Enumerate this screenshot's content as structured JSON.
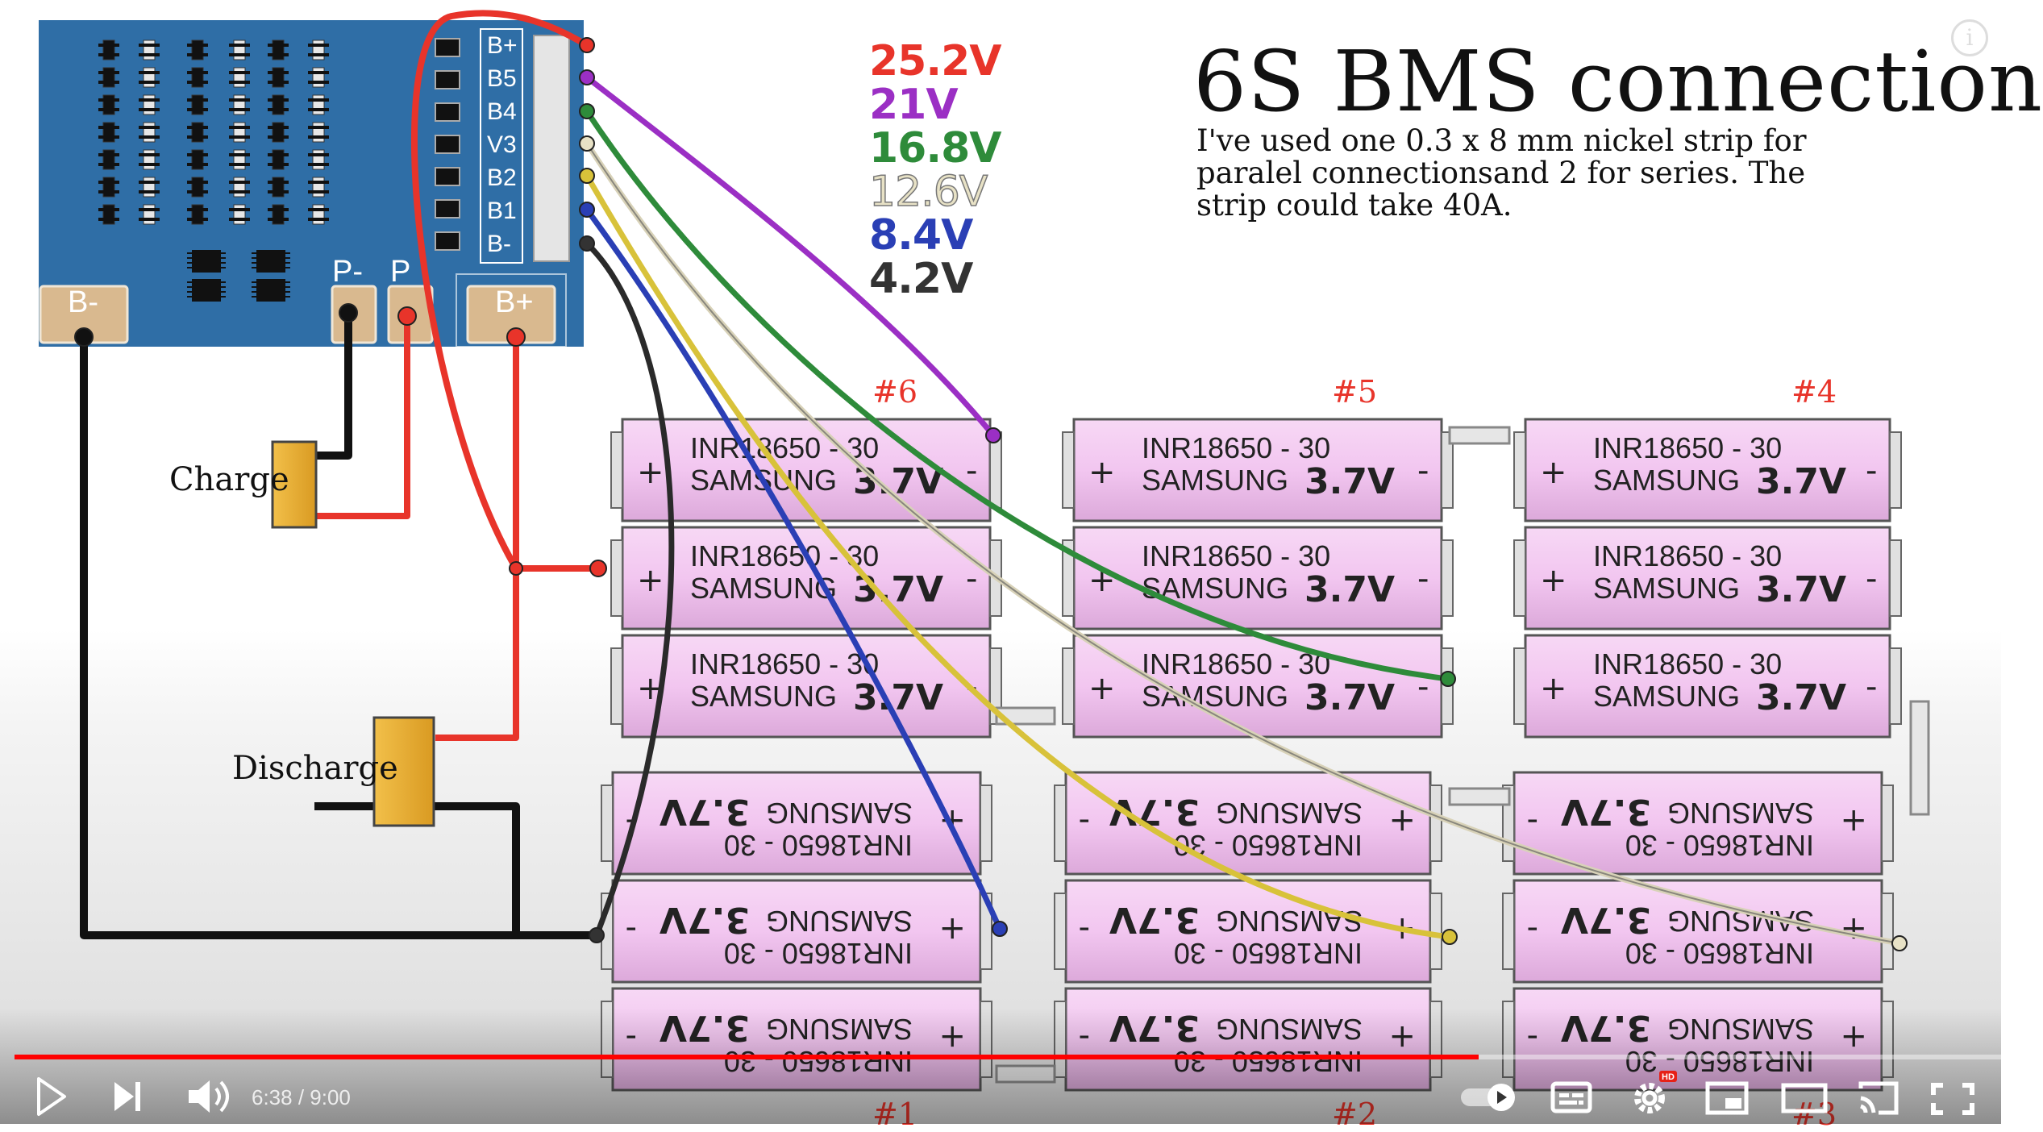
{
  "slide": {
    "title": "6S BMS connection",
    "description": "I've used one 0.3 x 8 mm nickel strip for paralel connectionsand 2 for series. The strip could take 40A.",
    "voltages": [
      {
        "label": "25.2V",
        "color": "#e8342a"
      },
      {
        "label": "21V",
        "color": "#9b2fc4"
      },
      {
        "label": "16.8V",
        "color": "#2e8b3a"
      },
      {
        "label": "12.6V",
        "color": "#e8e2c6"
      },
      {
        "label": "8.4V",
        "color": "#2a3fb5"
      },
      {
        "label": "4.2V",
        "color": "#333333"
      }
    ],
    "bms": {
      "pins": [
        "B+",
        "B5",
        "B4",
        "V3",
        "B2",
        "B1",
        "B-"
      ],
      "pads": {
        "b_minus": "B-",
        "p_minus": "P-",
        "p_plus": "P",
        "b_plus": "B+"
      },
      "board_color": "#2f6ea6"
    },
    "connectors": {
      "charge": "Charge",
      "discharge": "Discharge"
    },
    "groups": [
      {
        "label": "#6"
      },
      {
        "label": "#5"
      },
      {
        "label": "#4"
      },
      {
        "label": "#1"
      },
      {
        "label": "#2"
      },
      {
        "label": "#3"
      }
    ],
    "cell": {
      "model": "INR18650 - 30",
      "brand": "SAMSUNG",
      "voltage": "3.7V",
      "plus": "+",
      "minus": "-"
    },
    "cell_color": "#f2c6f0",
    "label_color": "#e8342a"
  },
  "player": {
    "current_time": "6:38",
    "duration": "9:00",
    "time_separator": " / ",
    "progress_fraction": 0.737,
    "hd_badge": "HD",
    "icons": [
      "play-icon",
      "next-icon",
      "volume-icon",
      "autoplay-toggle",
      "subtitles-icon",
      "settings-icon",
      "miniplayer-icon",
      "theater-icon",
      "cast-icon",
      "fullscreen-icon"
    ]
  }
}
